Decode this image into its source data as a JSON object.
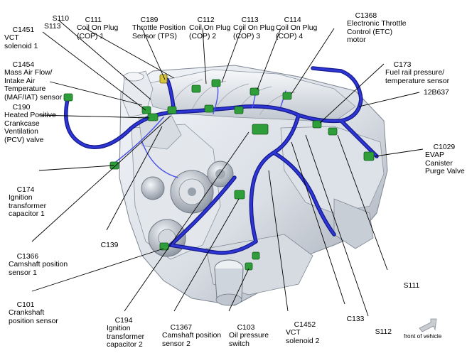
{
  "diagram": {
    "part_number": "12B637",
    "callouts": [
      {
        "id": "C1451",
        "code": "C1451",
        "desc": "VCT\nsolenoid 1"
      },
      {
        "id": "S110_S113",
        "code": "S110\nS113",
        "desc": ""
      },
      {
        "id": "C111",
        "code": "C111",
        "desc": "Coil On Plug\n(COP) 1"
      },
      {
        "id": "C189",
        "code": "C189",
        "desc": "Throttle Position\nSensor (TPS)"
      },
      {
        "id": "C112",
        "code": "C112",
        "desc": "Coil On Plug\n(COP) 2"
      },
      {
        "id": "C113",
        "code": "C113",
        "desc": "Coil On Plug\n(COP) 3"
      },
      {
        "id": "C114",
        "code": "C114",
        "desc": "Coil On Plug\n(COP) 4"
      },
      {
        "id": "C1368",
        "code": "C1368",
        "desc": "Electronic Throttle\nControl (ETC)\nmotor"
      },
      {
        "id": "C1454",
        "code": "C1454",
        "desc": "Mass Air Flow/\nIntake Air\nTemperature\n(MAF/IAT) sensor"
      },
      {
        "id": "C173",
        "code": "C173",
        "desc": "Fuel rail pressure/\ntemperature sensor"
      },
      {
        "id": "C190",
        "code": "C190",
        "desc": "Heated Positive\nCrankcase\nVentilation\n(PCV) valve"
      },
      {
        "id": "C1029",
        "code": "C1029",
        "desc": "EVAP\nCanister\nPurge Valve"
      },
      {
        "id": "C174",
        "code": "C174",
        "desc": "Ignition\ntransformer\ncapacitor 1"
      },
      {
        "id": "C139",
        "code": "C139",
        "desc": ""
      },
      {
        "id": "C1366",
        "code": "C1366",
        "desc": "Camshaft position\nsensor 1"
      },
      {
        "id": "S111",
        "code": "S111",
        "desc": ""
      },
      {
        "id": "C101",
        "code": "C101",
        "desc": "Crankshaft\nposition sensor"
      },
      {
        "id": "C194",
        "code": "C194",
        "desc": "Ignition\ntransformer\ncapacitor 2"
      },
      {
        "id": "C1367",
        "code": "C1367",
        "desc": "Camshaft position\nsensor 2"
      },
      {
        "id": "C103",
        "code": "C103",
        "desc": "Oil pressure\nswitch"
      },
      {
        "id": "C1452",
        "code": "C1452",
        "desc": "VCT\nsolenoid 2"
      },
      {
        "id": "C133",
        "code": "C133",
        "desc": ""
      },
      {
        "id": "S112",
        "code": "S112",
        "desc": ""
      }
    ],
    "front_indicator": "front of vehicle"
  },
  "colors": {
    "harness": "#2a2fc4",
    "harness_dark": "#14198a",
    "connector": "#2f9e3a",
    "connector_light": "#7ed36f",
    "engine_light": "#eef1f5",
    "engine_mid": "#c9cfd8",
    "engine_dark": "#8e97a3",
    "leader": "#000000"
  }
}
